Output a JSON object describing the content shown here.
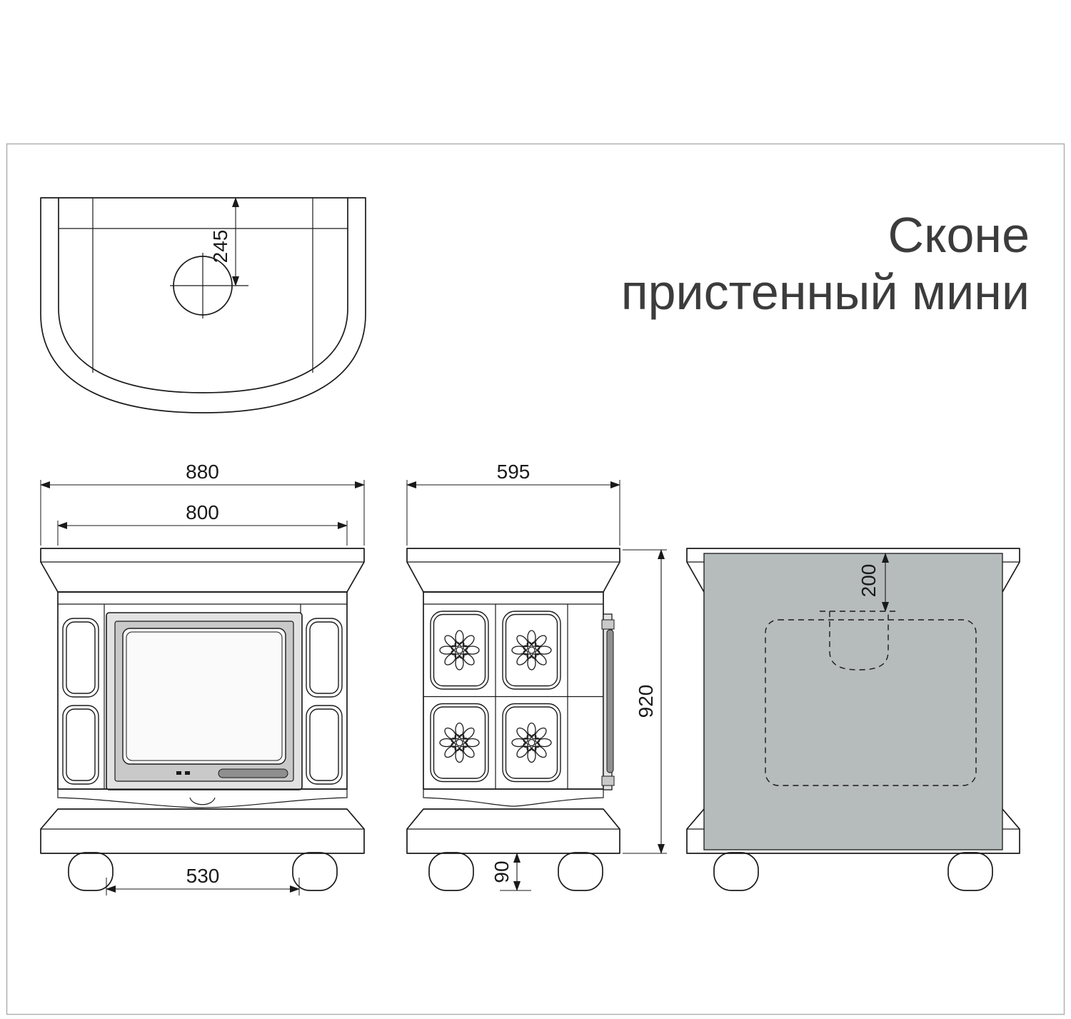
{
  "title": {
    "line1": "Сконе",
    "line2": "пристенный мини"
  },
  "dims": {
    "flue_center_offset": "245",
    "overall_width": "880",
    "body_width": "800",
    "feet_spacing": "530",
    "depth": "595",
    "body_height": "920",
    "foot_height": "90",
    "rear_flue_offset": "200"
  },
  "colors": {
    "line": "#1a1a1a",
    "rear_panel": "#b6bbbb",
    "door_frame": "#e2e2e2",
    "door_inner": "#c9c9c9",
    "glass": "#fafafa",
    "handle": "#8f8f8f",
    "title_text": "#3c3c3c",
    "border": "#b0b0b0"
  }
}
